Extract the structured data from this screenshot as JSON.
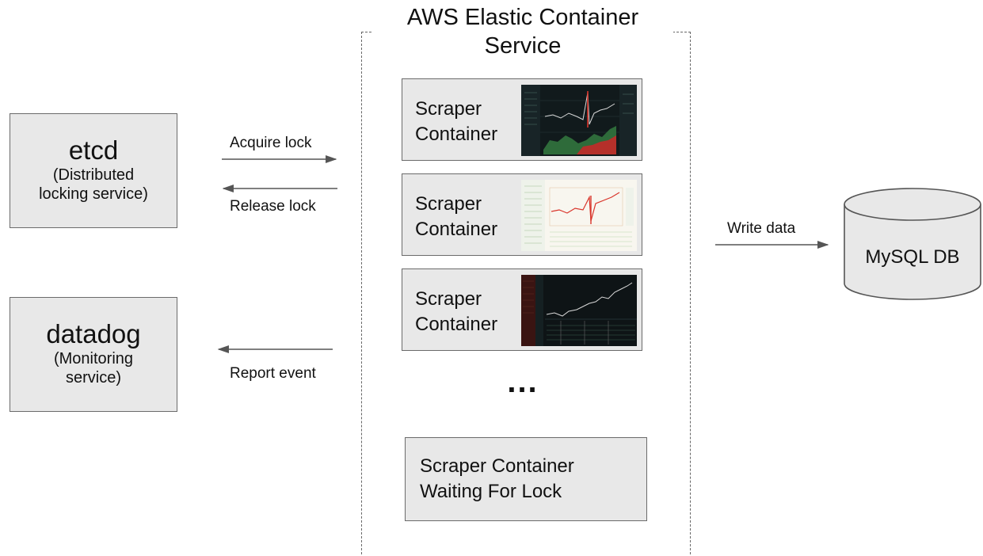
{
  "ecs": {
    "title": "AWS Elastic Container Service"
  },
  "etcd": {
    "name": "etcd",
    "description": "(Distributed\nlocking service)"
  },
  "datadog": {
    "name": "datadog",
    "description": "(Monitoring\nservice)"
  },
  "arrows": {
    "acquire": "Acquire lock",
    "release": "Release lock",
    "report": "Report event",
    "write": "Write data"
  },
  "containers": [
    {
      "label": "Scraper\nContainer",
      "thumbnail_theme": "dark"
    },
    {
      "label": "Scraper\nContainer",
      "thumbnail_theme": "light"
    },
    {
      "label": "Scraper\nContainer",
      "thumbnail_theme": "dark"
    }
  ],
  "ellipsis": "...",
  "waiting_container": {
    "label": "Scraper Container\nWaiting For Lock"
  },
  "database": {
    "label": "MySQL DB"
  },
  "colors": {
    "box_fill": "#e8e8e8",
    "box_border": "#6b6b6b",
    "arrow": "#555555",
    "chart_dark_bg": "#111a1c",
    "chart_light_bg": "#f8f6ef",
    "chart_red": "#d9352b",
    "chart_green": "#2e9b4a"
  }
}
